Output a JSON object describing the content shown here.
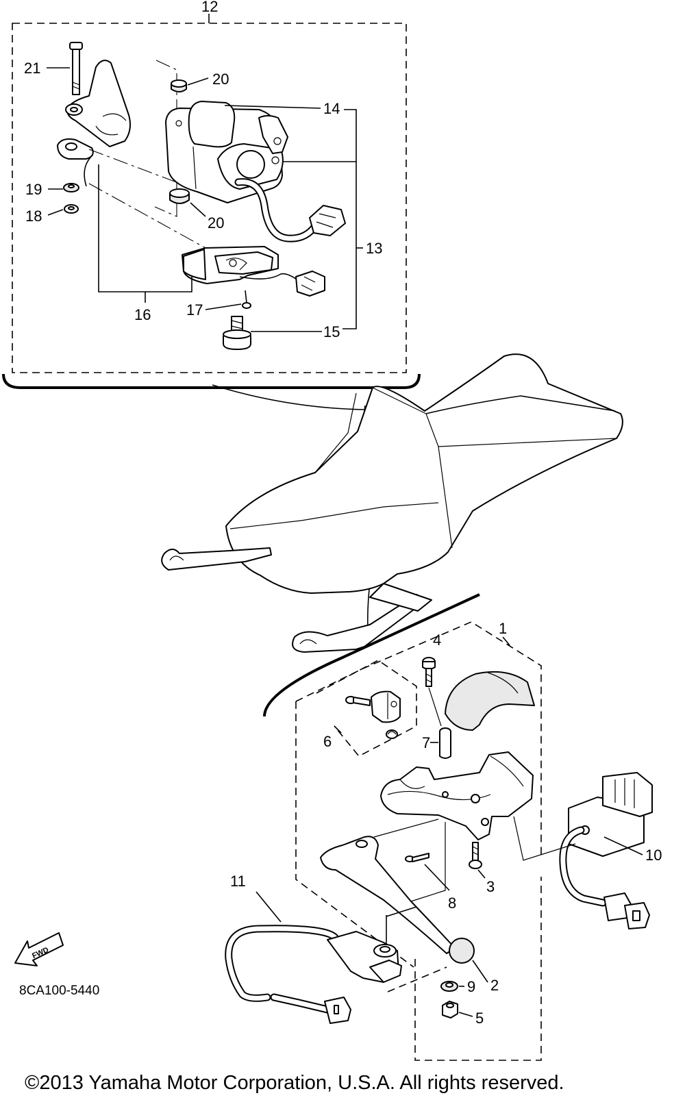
{
  "diagram": {
    "part_code": "8CA100-5440",
    "copyright": "©2013 Yamaha Motor Corporation, U.S.A. All rights reserved.",
    "fwd_arrow_text": "FWD",
    "callouts": {
      "c1": "1",
      "c2": "2",
      "c3": "3",
      "c4": "4",
      "c5": "5",
      "c6": "6",
      "c7": "7",
      "c8": "8",
      "c9": "9",
      "c10": "10",
      "c11": "11",
      "c12": "12",
      "c13": "13",
      "c14": "14",
      "c15": "15",
      "c16": "16",
      "c17": "17",
      "c18": "18",
      "c19": "19",
      "c20a": "20",
      "c20b": "20",
      "c21": "21"
    }
  }
}
